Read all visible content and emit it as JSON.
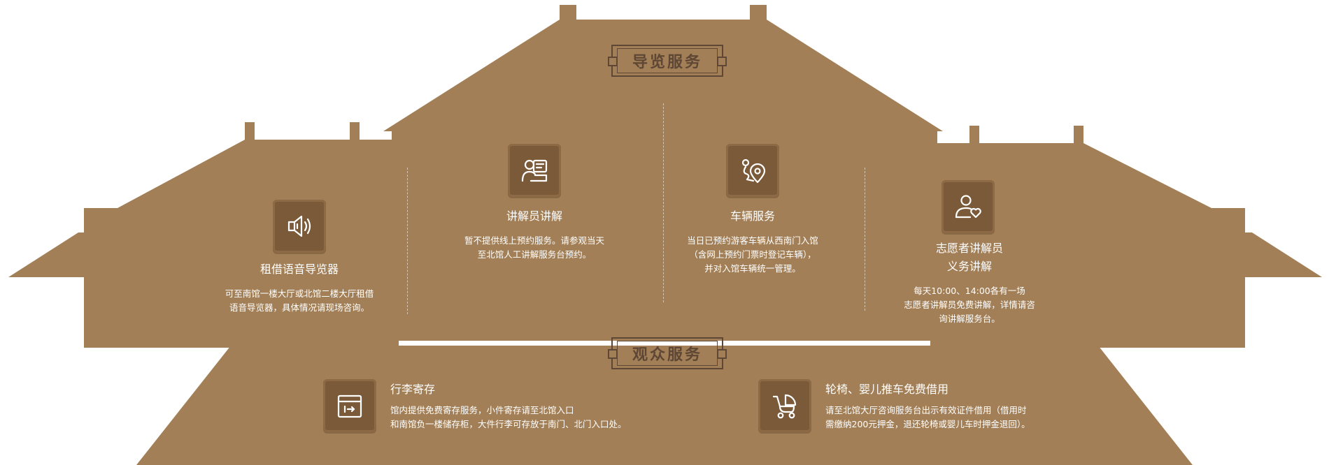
{
  "colors": {
    "building": "#a27f56",
    "icon_bg": "#7b5a3a",
    "title_ink": "#5e4735",
    "text": "#ffffff"
  },
  "guide_title": "导览服务",
  "audience_title": "观众服务",
  "guide_services": [
    {
      "icon": "speaker-icon",
      "name": "租借语音导览器",
      "desc": [
        "可至南馆一楼大厅或北馆二楼大厅租借",
        "语音导览器，具体情况请现场咨询。"
      ]
    },
    {
      "icon": "guide-person-icon",
      "name": "讲解员讲解",
      "desc": [
        "暂不提供线上预约服务。请参观当天",
        "至北馆人工讲解服务台预约。"
      ]
    },
    {
      "icon": "route-pin-icon",
      "name": "车辆服务",
      "desc": [
        "当日已预约游客车辆从西南门入馆",
        "（含网上预约门票时登记车辆），",
        "并对入馆车辆统一管理。"
      ]
    },
    {
      "icon": "volunteer-icon",
      "name_lines": [
        "志愿者讲解员",
        "义务讲解"
      ],
      "desc": [
        "每天10:00、14:00各有一场",
        "志愿者讲解员免费讲解，详情请咨",
        "询讲解服务台。"
      ]
    }
  ],
  "audience_services": [
    {
      "icon": "luggage-storage-icon",
      "name": "行李寄存",
      "desc": [
        "馆内提供免费寄存服务，小件寄存请至北馆入口",
        "和南馆负一楼储存柜，大件行李可存放于南门、北门入口处。"
      ]
    },
    {
      "icon": "stroller-icon",
      "name": "轮椅、婴儿推车免费借用",
      "desc": [
        "请至北馆大厅咨询服务台出示有效证件借用（借用时",
        "需缴纳200元押金，退还轮椅或婴儿车时押金退回）。"
      ]
    }
  ]
}
